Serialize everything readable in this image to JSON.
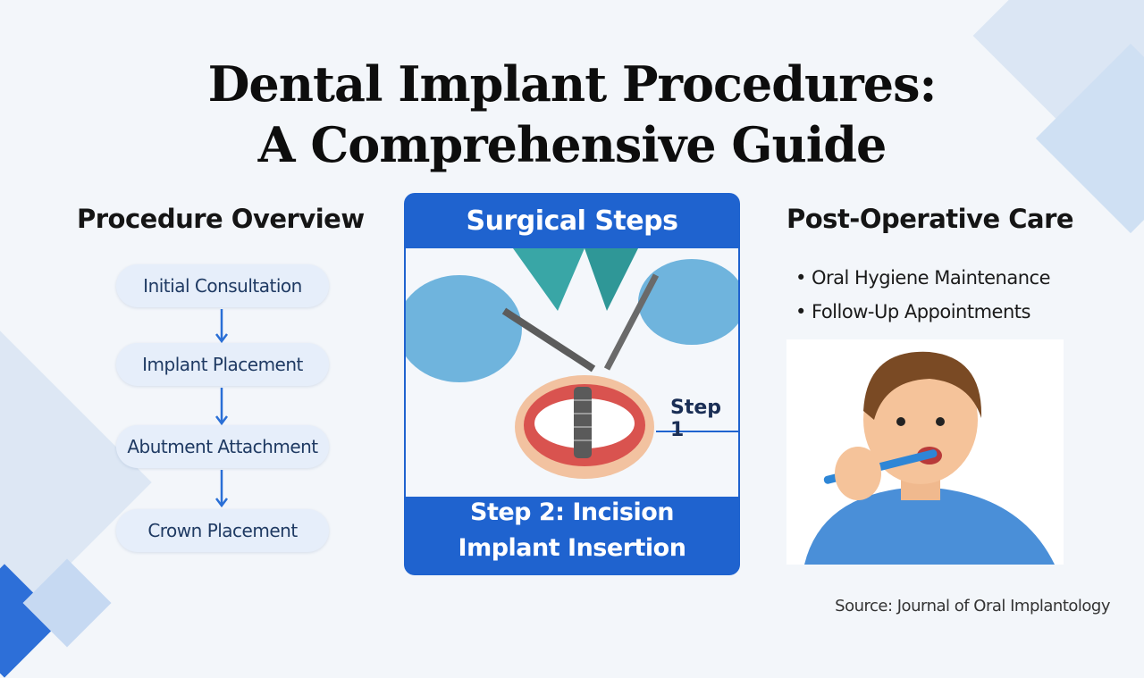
{
  "title_line1": "Dental Implant Procedures:",
  "title_line2": "A Comprehensive Guide",
  "left": {
    "heading": "Procedure Overview",
    "steps": [
      "Initial Consultation",
      "Implant Placement",
      "Abutment Attachment",
      "Crown Placement"
    ]
  },
  "center": {
    "heading": "Surgical Steps",
    "step1_label": "Step 1",
    "footer_line1": "Step 2: Incision",
    "footer_line2": "Implant Insertion"
  },
  "right": {
    "heading": "Post-Operative Care",
    "bullets": [
      "Oral Hygiene Maintenance",
      "Follow-Up Appointments"
    ]
  },
  "source": "Source: Journal of Oral Implantology",
  "colors": {
    "accent_blue": "#1f63cf",
    "pill_bg": "#e6eefa",
    "arrow_blue": "#2a6fd6"
  }
}
